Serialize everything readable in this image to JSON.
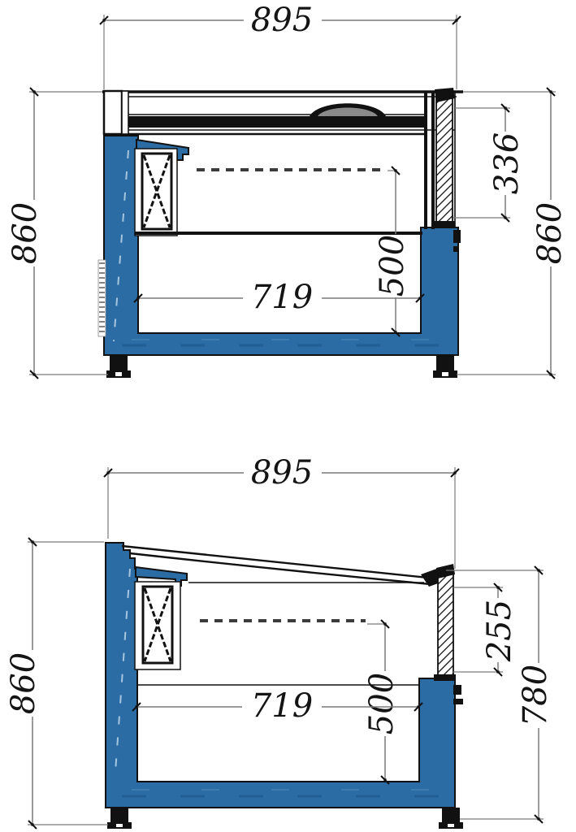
{
  "drawing": {
    "description": "Two side cross-section technical drawings of a blue commercial chest display freezer with dimension annotations (mm)",
    "top_section": {
      "labels": {
        "width": "895",
        "height_left": "860",
        "height_right": "860",
        "upper_inner_height": "336",
        "load_depth": "500",
        "inner_width": "719"
      }
    },
    "bottom_section": {
      "labels": {
        "width": "895",
        "height_left": "860",
        "front_glass_height": "255",
        "load_depth": "500",
        "inner_width": "719",
        "height_right": "780"
      }
    }
  },
  "colors": {
    "cabinet_blue": "#2b6ca4",
    "line_black": "#111111",
    "dimension_gray": "#7a7a7a"
  }
}
